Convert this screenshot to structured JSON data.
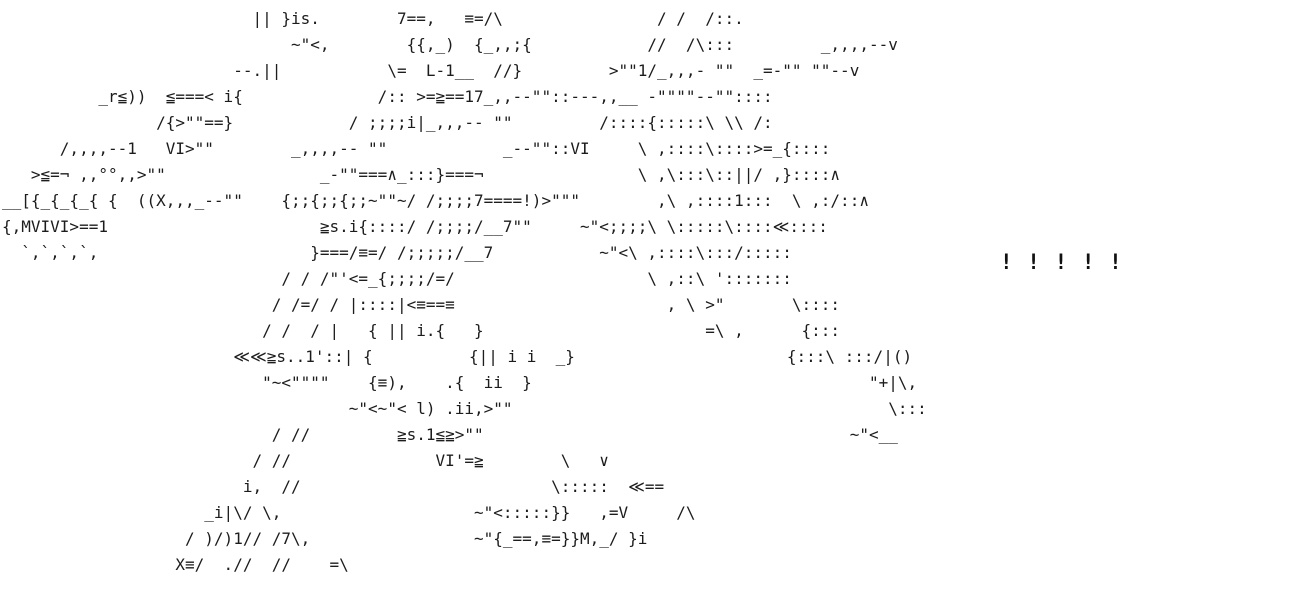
{
  "page": {
    "background_color": "#ffffff",
    "art_color": "#1c1c1c",
    "description_label": "ascii-art-mecha"
  },
  "ascii_art": {
    "lines": [
      "                          || }is.        7==,   ≡=/\\                / /  /::.",
      "                              ~\"<,        {{,_)  {_,,;{            //  /\\:::         _,,,,--v",
      "                        --.||           \\=  L-1__  //}         >\"\"1/_,,,- \"\"  _=-\"\" \"\"--v",
      "          _r≦))  ≦===< i{              /:: >=≧==17_,,--\"\"::---,,__ -\"\"\"\"--\"\"::::",
      "                /{>\"\"==}            / ;;;;i|_,,,-- \"\"         /::::{:::::\\ \\\\ /:",
      "      /,,,,--1   VI>\"\"        _,,,,-- \"\"            _--\"\"::VI     \\ ,::::\\::::>=_{::::",
      "   >≦=¬ ,,°°,,>\"\"                _-\"\"===∧_:::}===¬                \\ ,\\:::\\::||/ ,}::::∧",
      "__[{_{_{_{ {  ((X,,,_--\"\"    {;;{;;{;;~\"\"~/ /;;;;7====!)>\"\"\"        ,\\ ,::::1:::  \\ ,:/::∧",
      "{,MVIVI>==1                      ≧s.i{::::/ /;;;;/__7\"\"     ~\"<;;;;\\ \\:::::\\::::≪::::",
      "  `,`,`,`,                      }===/≡=/ /;;;;;/__7           ~\"<\\ ,::::\\:::/:::::",
      "                             / / /\"'<=_{;;;;/=/                    \\ ,::\\ ':::::::",
      "                            / /=/ / |::::|<≡==≡                      , \\ >\"       \\::::",
      "                           / /  / |   { || i.{   }                       =\\ ,      {:::",
      "                        ≪≪≧s..1'::| {          {|| i i  _}                      {:::\\ :::/|()",
      "                           \"~<\"\"\"\"    {≡),    .{  ii  }                                   \"+|\\,",
      "                                    ~\"<~\"< l) .ii,>\"\"                                       \\:::",
      "                            / //         ≧s.1≦≧>\"\"                                      ~\"<__",
      "                          / //               VI'=≧        \\   ∨",
      "                         i,  //                          \\:::::  ≪==",
      "                     _i|\\/ \\,                    ~\"<:::::}}   ,=V     /\\",
      "                   / )/)1// /7\\,                 ~\"{_==,≡=}}M,_/ }i",
      "                  X≡/  .//  //    =\\"
    ]
  },
  "exclamations": {
    "text": "! ! ! ! !"
  }
}
